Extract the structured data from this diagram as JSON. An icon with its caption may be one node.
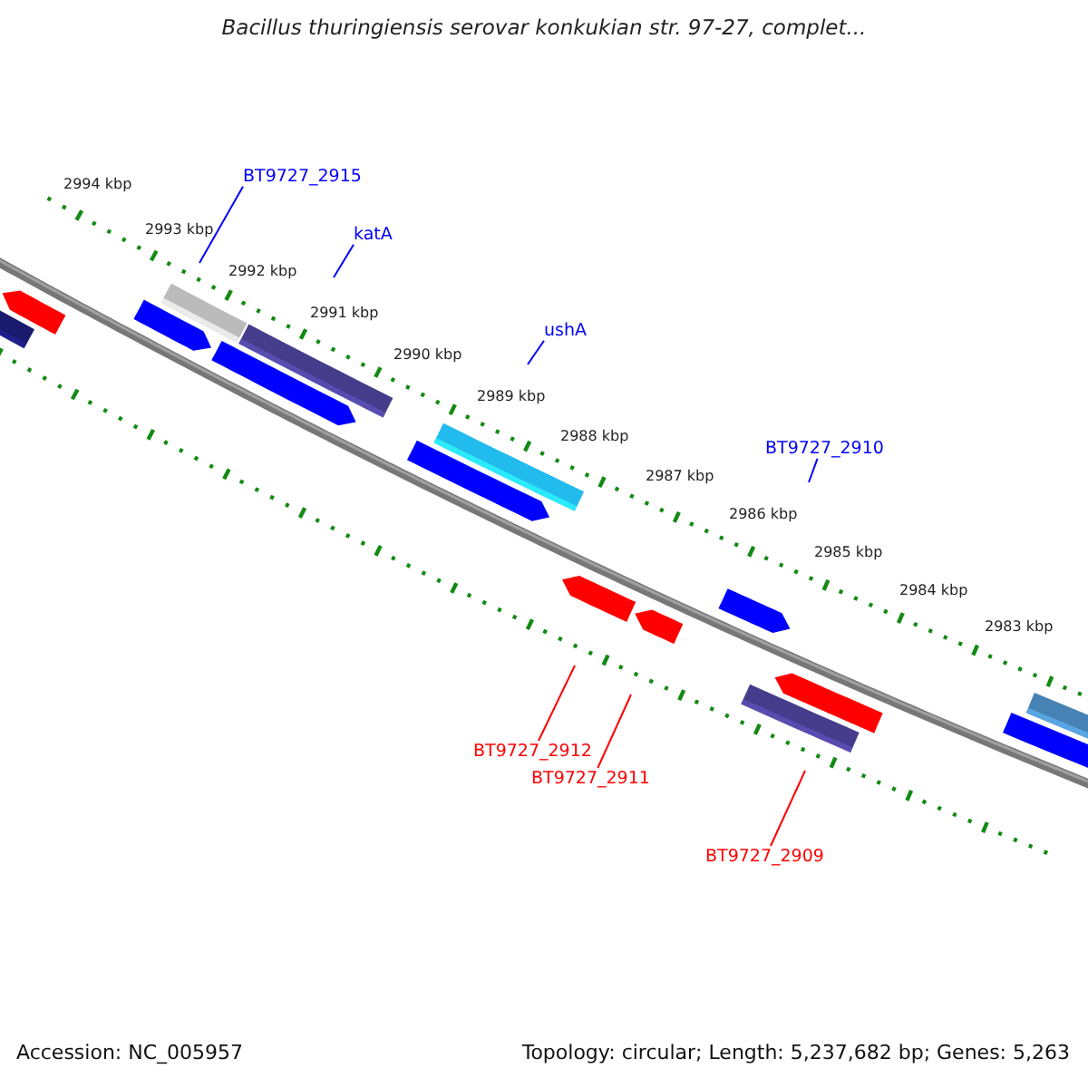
{
  "diagram": {
    "title": "Bacillus thuringiensis serovar konkukian str. 97-27, complet...",
    "nodes": [
      {
        "text": [
          "BT9727_2915"
        ]
      },
      {
        "text": [
          "katA"
        ]
      },
      {
        "text": [
          "ushA"
        ]
      },
      {
        "text": [
          "BT9727_2910"
        ]
      },
      {
        "text": [
          "BT9727_2912"
        ]
      },
      {
        "text": [
          "BT9727_2911"
        ]
      },
      {
        "text": [
          "BT9727_2909"
        ]
      }
    ],
    "edges": [
      {
        "from": 0,
        "to": null,
        "arrow": "none"
      },
      {
        "from": 1,
        "to": null,
        "arrow": "none"
      },
      {
        "from": 2,
        "to": null,
        "arrow": "none"
      },
      {
        "from": 3,
        "to": null,
        "arrow": "none"
      },
      {
        "from": 4,
        "to": null,
        "arrow": "none",
        "color": "#ff0000"
      },
      {
        "from": 5,
        "to": null,
        "arrow": "none",
        "color": "#ff0000"
      },
      {
        "from": 6,
        "to": null,
        "arrow": "none",
        "color": "#ff0000"
      }
    ],
    "labels": [
      "2994 kbp",
      "2993 kbp",
      "2992 kbp",
      "2991 kbp",
      "2990 kbp",
      "2989 kbp",
      "2988 kbp",
      "2987 kbp",
      "2986 kbp",
      "2985 kbp",
      "2984 kbp",
      "2983 kbp",
      "Accession: NC_005957",
      "Topology: circular; Length: 5,237,682 bp; Genes: 5,263"
    ]
  }
}
